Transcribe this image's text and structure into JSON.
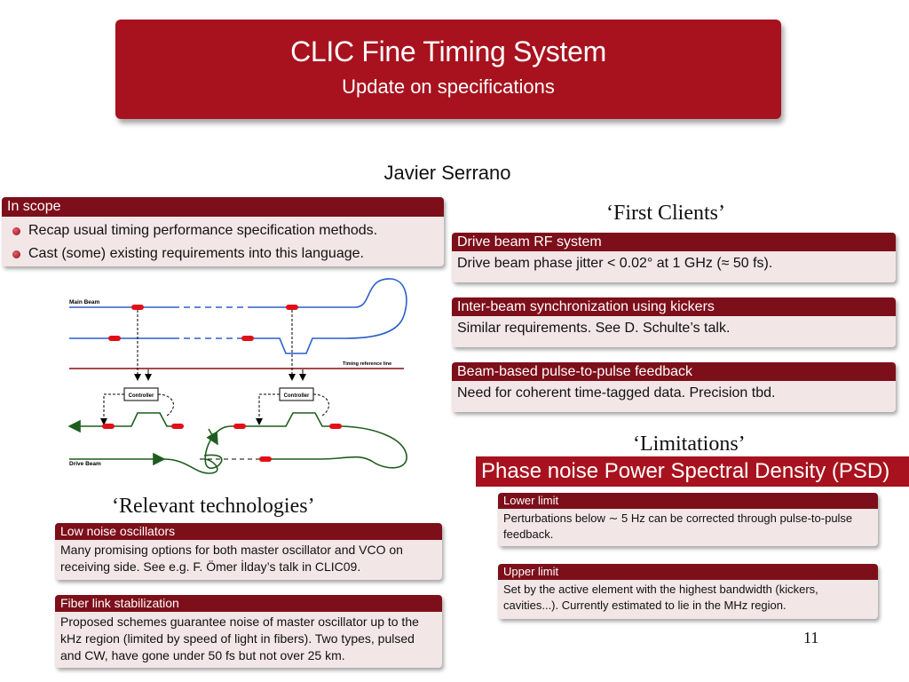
{
  "title": {
    "main": "CLIC Fine Timing System",
    "sub": "Update on specifications"
  },
  "author": "Javier Serrano",
  "in_scope": {
    "header": "In scope",
    "items": [
      "Recap usual timing performance specification methods.",
      "Cast (some) existing requirements into this language."
    ]
  },
  "first_clients": {
    "heading": "‘First Clients’",
    "blocks": [
      {
        "header": "Drive beam RF system",
        "body": "Drive beam phase jitter < 0.02° at 1 GHz (≈ 50 fs)."
      },
      {
        "header": "Inter-beam synchronization using kickers",
        "body": "Similar requirements. See D. Schulte’s talk."
      },
      {
        "header": "Beam-based pulse-to-pulse feedback",
        "body": "Need for coherent time-tagged data. Precision tbd."
      }
    ]
  },
  "diagram": {
    "main_beam": "Main Beam",
    "drive_beam": "Drive Beam",
    "timing_ref": "Timing reference line",
    "controller": "Controller"
  },
  "relevant": {
    "heading": "‘Relevant technologies’",
    "blocks": [
      {
        "header": "Low noise oscillators",
        "body": "Many promising options for both master oscillator and VCO on receiving side. See e.g. F. Ömer İlday’s talk in CLIC09."
      },
      {
        "header": "Fiber link stabilization",
        "body": "Proposed schemes guarantee noise of master oscillator up to the kHz region (limited by speed of light in fibers). Two types, pulsed and CW, have gone under 50 fs but not over 25 km."
      }
    ]
  },
  "limitations": {
    "heading": "‘Limitations’",
    "bar": "Phase noise Power Spectral Density (PSD)",
    "blocks": [
      {
        "header": "Lower limit",
        "body": "Perturbations below ∼ 5 Hz can be corrected through pulse-to-pulse feedback."
      },
      {
        "header": "Upper limit",
        "body": "Set by the active element with the highest bandwidth (kickers, cavities...). Currently estimated to lie in the MHz region."
      }
    ]
  },
  "page_number": "11",
  "colors": {
    "accent": "#a8121e",
    "header_dark": "#7d0f1a",
    "block_bg": "#f3e6e6",
    "main_beam": "#2b5fc9",
    "drive_beam": "#1f5c1f",
    "timing_line": "#8b0a10",
    "marker": "#e01018"
  }
}
